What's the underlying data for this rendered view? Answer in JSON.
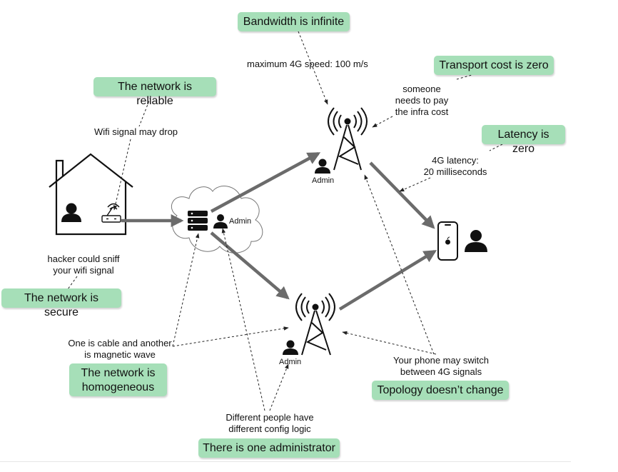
{
  "fallacies": {
    "bandwidth": "Bandwidth is infinite",
    "transport": "Transport cost is zero",
    "reliable": "The network is reliable",
    "latency": "Latency is zero",
    "secure": "The network is secure",
    "homogeneous": "The network is homogeneous",
    "topology": "Topology doesn’t change",
    "administrator": "There is one administrator"
  },
  "notes": {
    "speed": "maximum 4G speed: 100 m/s",
    "infra_cost": "someone\nneeds to pay\nthe infra cost",
    "wifi_drop": "Wifi signal may drop",
    "latency_value": "4G latency:\n20 milliseconds",
    "sniff": "hacker could sniff\nyour wifi signal",
    "cable_wave": "One is cable and another\nis magnetic wave",
    "switch_signals": "Your phone may switch\nbetween 4G signals",
    "config_logic": "Different people have\ndifferent config logic"
  },
  "labels": {
    "admin_cloud": "Admin",
    "admin_tower_top": "Admin",
    "admin_tower_bottom": "Admin"
  },
  "icons": {
    "house": "house-icon",
    "router": "wifi-router-icon",
    "cloud": "cloud-icon",
    "server": "server-icon",
    "tower": "cell-tower-icon",
    "phone": "phone-icon",
    "person": "person-icon"
  },
  "colors": {
    "fallacy_box": "#a6dfb8",
    "arrow": "#6b6b6b"
  }
}
